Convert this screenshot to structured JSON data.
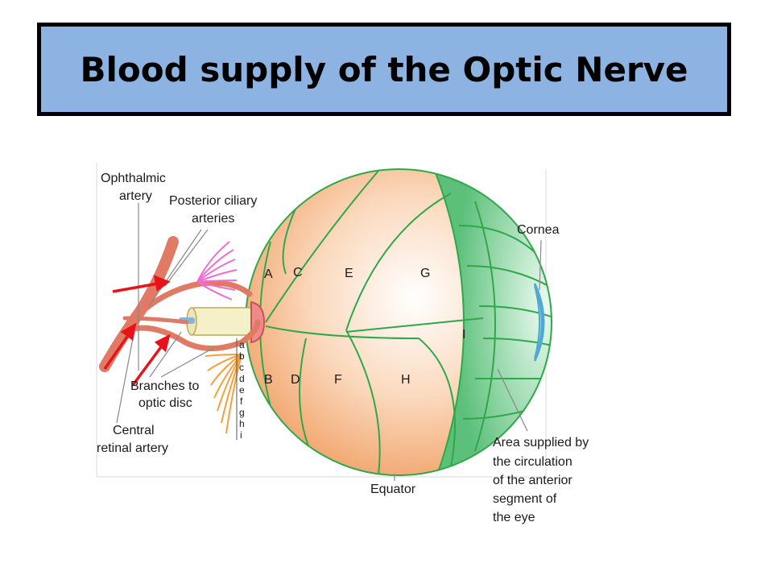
{
  "title": "Blood supply of the Optic Nerve",
  "colors": {
    "title_bg": "#8db3e2",
    "choroid": "#f5b98c",
    "anterior": "#7fd49a",
    "artery": "#e07a64",
    "ciliary": "#f26bd1",
    "branch": "#f5a03c",
    "arrow": "#e8131a",
    "cornea": "#8fd3ee"
  },
  "labels": {
    "ophthalmic": [
      "Ophthalmic",
      "artery"
    ],
    "posterior": [
      "Posterior ciliary",
      "arteries"
    ],
    "cornea": "Cornea",
    "branches": [
      "Branches to",
      "optic disc"
    ],
    "central": [
      "Central",
      "retinal artery"
    ],
    "equator": "Equator",
    "area": [
      "Area supplied by",
      "the circulation",
      "of the anterior",
      "segment of",
      "the eye"
    ]
  },
  "zones": [
    "A",
    "B",
    "C",
    "D",
    "E",
    "F",
    "G",
    "H",
    "I"
  ],
  "branch_letters": [
    "a",
    "b",
    "c",
    "d",
    "e",
    "f",
    "g",
    "h",
    "i"
  ]
}
